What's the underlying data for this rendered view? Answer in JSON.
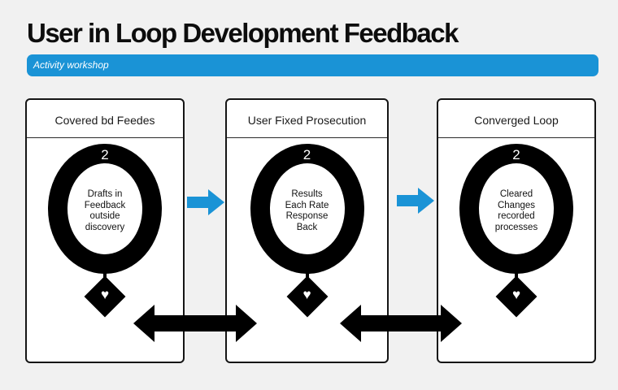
{
  "title": "User in Loop Development Feedback",
  "banner": {
    "text": "Activity workshop",
    "color": "#1a93d6"
  },
  "panels": [
    {
      "title": "Covered bd Feedes",
      "step": "2",
      "lines": [
        "Drafts in",
        "Feedback",
        "outside",
        "discovery"
      ]
    },
    {
      "title": "User Fixed Prosecution",
      "step": "2",
      "lines": [
        "Results",
        "Each Rate",
        "Response",
        "Back"
      ]
    },
    {
      "title": "Converged Loop",
      "step": "2",
      "lines": [
        "Cleared",
        "Changes",
        "recorded",
        "processes"
      ]
    }
  ],
  "colors": {
    "accent": "#1a93d6",
    "ring": "#000000",
    "panel_border": "#151515"
  },
  "icons": {
    "diamond": "smile-heart-icon",
    "flow_arrow": "arrow-right-icon",
    "connector": "double-arrow-icon"
  }
}
